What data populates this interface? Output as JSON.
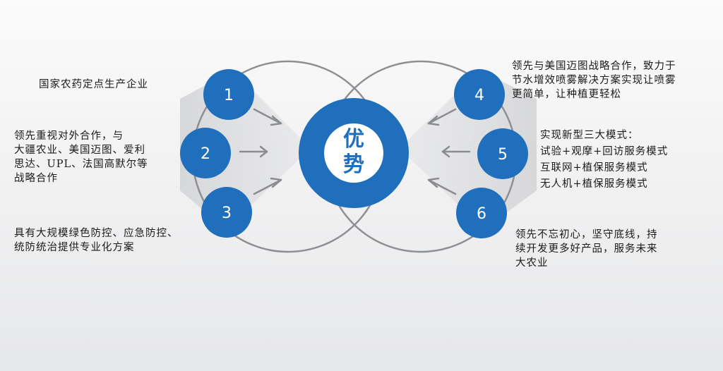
{
  "center": {
    "line1": "优",
    "line2": "势"
  },
  "nodes": [
    {
      "number": "1",
      "text": "国家农药定点生产企业"
    },
    {
      "number": "2",
      "text": "领先重视对外合作，与\n大疆农业、美国迈图、爱利\n思达、UPL、法国高默尔等\n战略合作"
    },
    {
      "number": "3",
      "text": "具有大规模绿色防控、应急防控、\n统防统治提供专业化方案"
    },
    {
      "number": "4",
      "text": "领先与美国迈图战略合作，致力于\n节水增效喷雾解决方案实现让喷雾\n更简单，让种植更轻松"
    },
    {
      "number": "5",
      "text": "实现新型三大模式：\n试验+观摩+回访服务模式\n互联网+植保服务模式\n无人机+植保服务模式"
    },
    {
      "number": "6",
      "text": "领先不忘初心，坚守底线，持\n续开发更多好产品，服务未来\n大农业"
    }
  ],
  "colors": {
    "accent": "#1f6fbd",
    "ring": "#8d8f93",
    "arrow": "#8a8c90",
    "wedge": "#d7d8da"
  }
}
